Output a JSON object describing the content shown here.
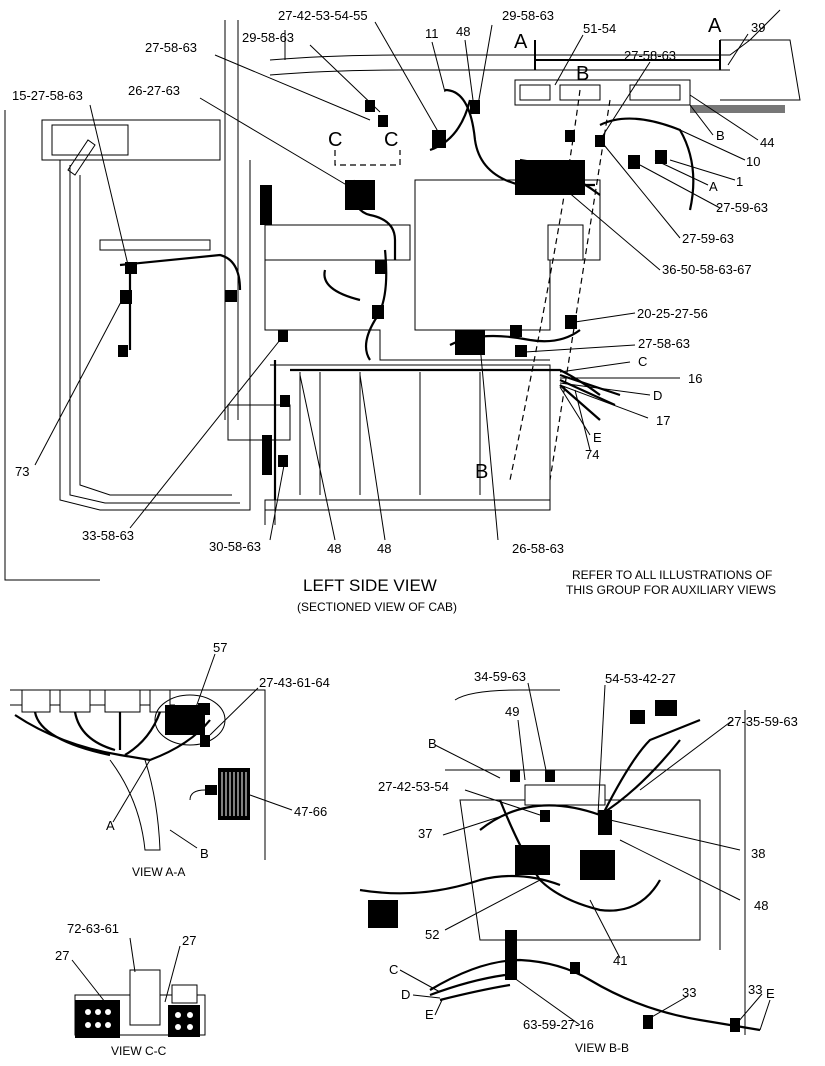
{
  "main_view": {
    "title": "LEFT SIDE VIEW",
    "subtitle": "(SECTIONED VIEW OF CAB)",
    "note_line1": "REFER TO ALL ILLUSTRATIONS OF",
    "note_line2": "THIS GROUP FOR AUXILIARY VIEWS",
    "section_letters": {
      "a_left": "A",
      "a_right": "A",
      "b_top": "B",
      "b_bottom": "B",
      "c_left": "C",
      "c_right": "C"
    },
    "callouts": {
      "c27_42_53_54_55": "27-42-53-54-55",
      "c29_58_63_top": "29-58-63",
      "c11": "11",
      "c48_top": "48",
      "c39": "39",
      "c27_58_63_a": "27-58-63",
      "c29_58_63_b": "29-58-63",
      "c51_54": "51-54",
      "c27_58_63_b": "27-58-63",
      "c15_27_58_63": "15-27-58-63",
      "c26_27_63": "26-27-63",
      "c44": "44",
      "cB": "B",
      "c10": "10",
      "c1": "1",
      "cA": "A",
      "c27_59_63_a": "27-59-63",
      "c27_59_63_b": "27-59-63",
      "c36_50_58_63_67": "36-50-58-63-67",
      "c20_25_27_56": "20-25-27-56",
      "c27_58_63_c": "27-58-63",
      "cC": "C",
      "c16": "16",
      "cD": "D",
      "c17": "17",
      "cE": "E",
      "c74": "74",
      "c73": "73",
      "c33_58_63": "33-58-63",
      "c30_58_63": "30-58-63",
      "c48_a": "48",
      "c48_b": "48",
      "c26_58_63": "26-58-63"
    }
  },
  "view_aa": {
    "caption": "VIEW A-A",
    "callouts": {
      "c57": "57",
      "c27_43_61_64": "27-43-61-64",
      "c47_66": "47-66",
      "cA": "A",
      "cB": "B"
    }
  },
  "view_cc": {
    "caption": "VIEW C-C",
    "callouts": {
      "c72_63_61": "72-63-61",
      "c27_left": "27",
      "c27_right": "27"
    }
  },
  "view_bb": {
    "caption": "VIEW B-B",
    "callouts": {
      "c34_59_63": "34-59-63",
      "c54_53_42_27": "54-53-42-27",
      "c27_35_59_63": "27-35-59-63",
      "c49": "49",
      "cB": "B",
      "c27_42_53_54": "27-42-53-54",
      "c37": "37",
      "c38": "38",
      "c48": "48",
      "c52": "52",
      "c41": "41",
      "cC": "C",
      "cD": "D",
      "cE_left": "E",
      "c33_a": "33",
      "c33_b": "33",
      "cE_right": "E",
      "c63_59_27_16": "63-59-27-16"
    }
  }
}
